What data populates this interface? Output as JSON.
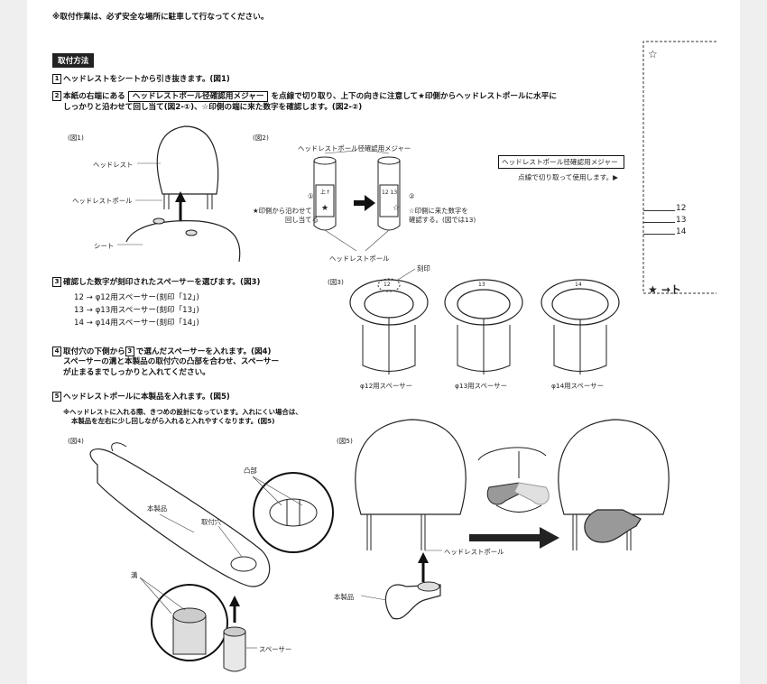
{
  "notice": "※取付作業は、必ず安全な場所に駐車して行なってください。",
  "section_title": "取付方法",
  "steps": [
    {
      "num": "1",
      "text": "ヘッドレストをシートから引き抜きます。(図1)"
    },
    {
      "num": "2",
      "text_a": "本紙の右端にある",
      "tag": "ヘッドレストポール径確認用メジャー",
      "text_b": "を点線で切り取り、上下の向きに注意して★印側からヘッドレストポールに水平に",
      "text_c": "しっかりと沿わせて回し当て(図2-①)、☆印側の端に来た数字を確認します。(図2-②)"
    },
    {
      "num": "3",
      "text": "確認した数字が刻印されたスペーサーを選びます。(図3)",
      "items": [
        "12 → φ12用スペーサー(刻印「12」)",
        "13 → φ13用スペーサー(刻印「13」)",
        "14 → φ14用スペーサー(刻印「14」)"
      ]
    },
    {
      "num": "4",
      "text_a": "取付穴の下側から",
      "inline": "3",
      "text_b": "で選んだスペーサーを入れます。(図4)",
      "text_c": "スペーサーの溝と本製品の取付穴の凸部を合わせ、スペーサー",
      "text_d": "が止まるまでしっかりと入れてください。"
    },
    {
      "num": "5",
      "text": "ヘッドレストポールに本製品を入れます。(図5)",
      "note_a": "※ヘッドレストに入れる際、きつめの設計になっています。入れにくい場合は、",
      "note_b": "本製品を左右に少し回しながら入れると入れやすくなります。(図5)"
    }
  ],
  "fig1": {
    "title": "(図1)",
    "headrest": "ヘッドレスト",
    "pole": "ヘッドレストポール",
    "seat": "シート"
  },
  "fig2": {
    "title": "(図2)",
    "measure": "ヘッドレストポール径確認用メジャー",
    "c1": "①",
    "c1a": "★印側から沿わせて",
    "c1b": "回し当てる",
    "c2": "②",
    "c2a": "☆印側に来た数字を",
    "c2b": "確認する。(図では13)",
    "pole": "ヘッドレストポール",
    "tape_top": "上↑",
    "tape_nums": "12 13"
  },
  "fig3": {
    "title": "(図3)",
    "engraving": "刻印",
    "spacers": [
      {
        "mark": "12",
        "label": "φ12用スペーサー"
      },
      {
        "mark": "13",
        "label": "φ13用スペーサー"
      },
      {
        "mark": "14",
        "label": "φ14用スペーサー"
      }
    ]
  },
  "fig4": {
    "title": "(図4)",
    "protrusion": "凸部",
    "product": "本製品",
    "hole": "取付穴",
    "groove": "溝",
    "spacer": "スペーサー"
  },
  "fig5": {
    "title": "(図5)",
    "pole": "ヘッドレストポール",
    "product": "本製品"
  },
  "measure_strip": {
    "star_top": "☆",
    "label": "ヘッドレストポール径確認用メジャー",
    "cut_note": "点線で切り取って使用します。▶",
    "ticks": [
      "12",
      "13",
      "14"
    ],
    "bottom": "★ →ト"
  }
}
